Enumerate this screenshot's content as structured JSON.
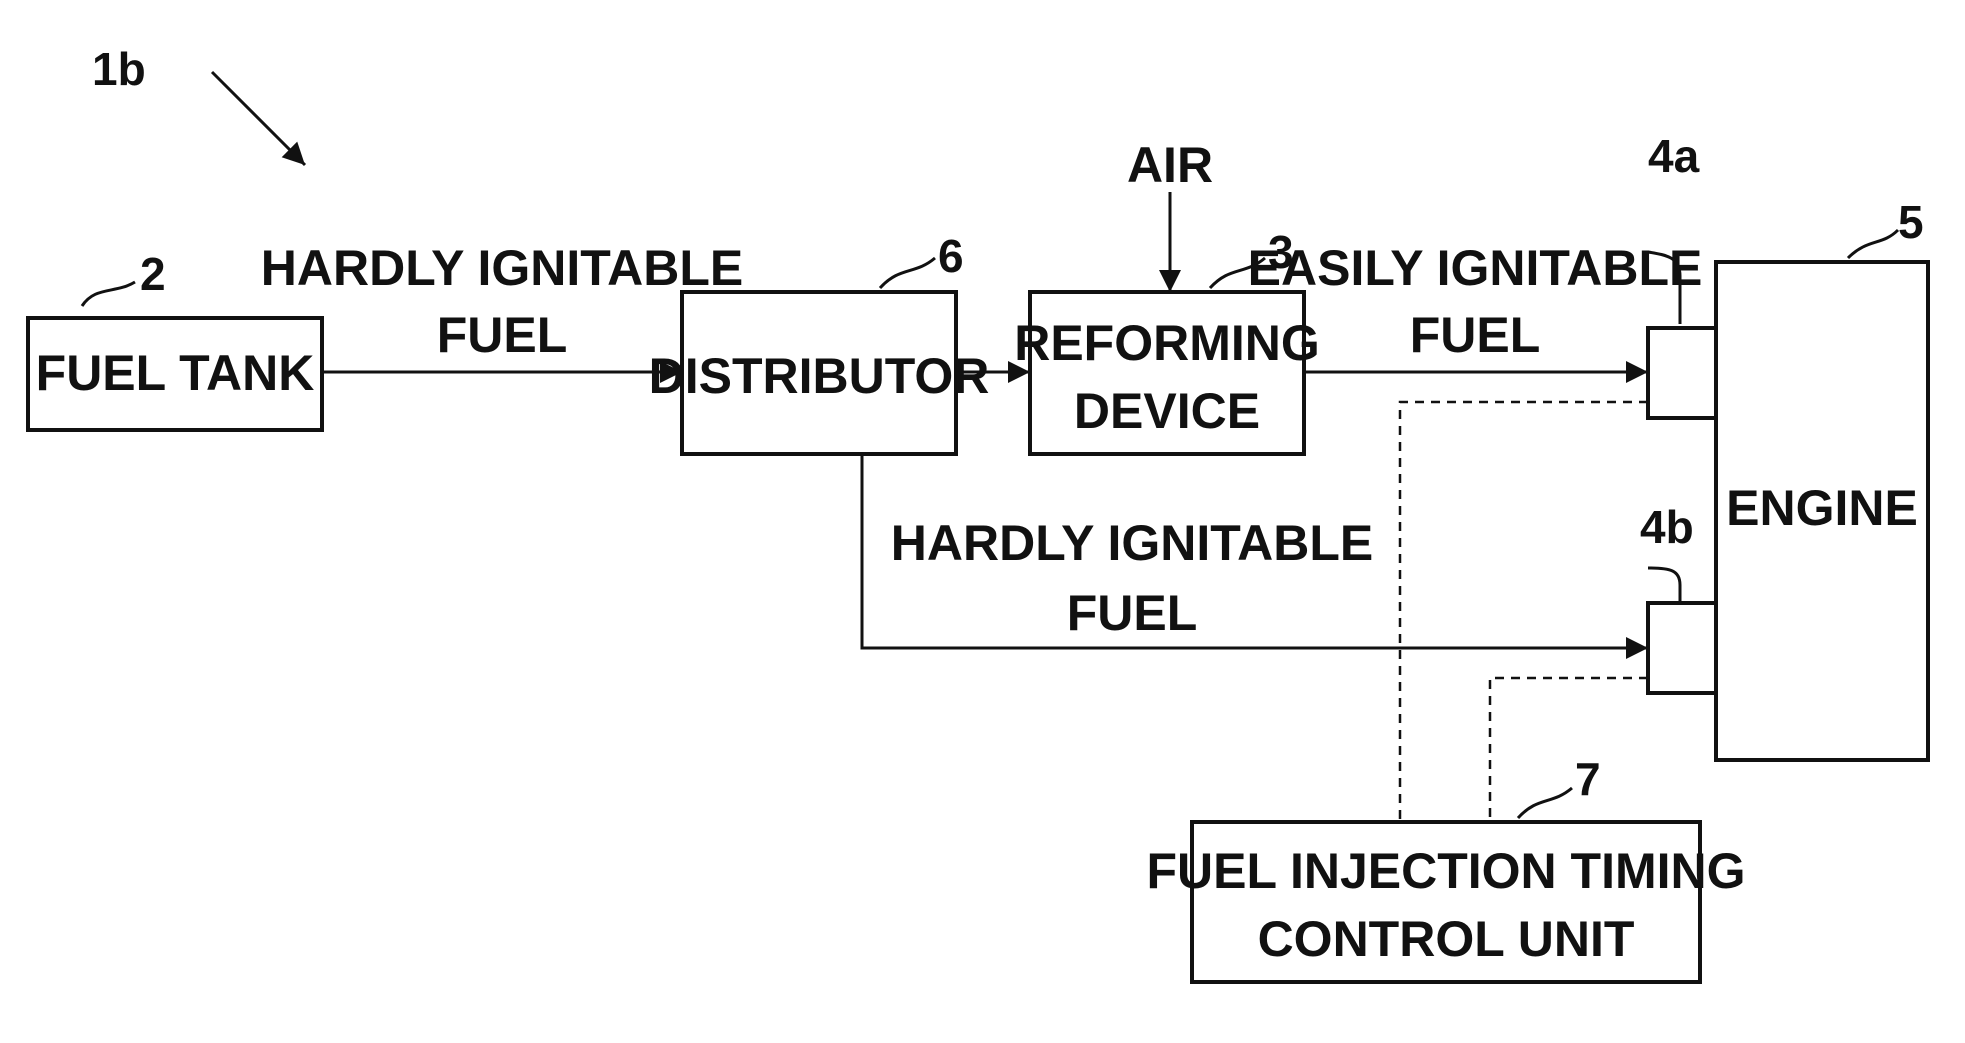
{
  "figure_ref": "1b",
  "blocks": {
    "fuel_tank": {
      "label": "FUEL TANK",
      "ref": "2"
    },
    "distributor": {
      "label": "DISTRIBUTOR",
      "ref": "6"
    },
    "reforming_device": {
      "label_line1": "REFORMING",
      "label_line2": "DEVICE",
      "ref": "3"
    },
    "engine": {
      "label": "ENGINE",
      "ref": "5"
    },
    "injector_a": {
      "ref": "4a"
    },
    "injector_b": {
      "ref": "4b"
    },
    "control_unit": {
      "label_line1": "FUEL INJECTION TIMING",
      "label_line2": "CONTROL UNIT",
      "ref": "7"
    }
  },
  "flows": {
    "tank_to_distributor": {
      "line1": "HARDLY IGNITABLE",
      "line2": "FUEL"
    },
    "air_input": {
      "label": "AIR"
    },
    "reformer_to_injector_a": {
      "line1": "EASILY IGNITABLE",
      "line2": "FUEL"
    },
    "distributor_to_injector_b": {
      "line1": "HARDLY IGNITABLE",
      "line2": "FUEL"
    }
  },
  "colors": {
    "ink": "#111111",
    "background": "#ffffff"
  }
}
